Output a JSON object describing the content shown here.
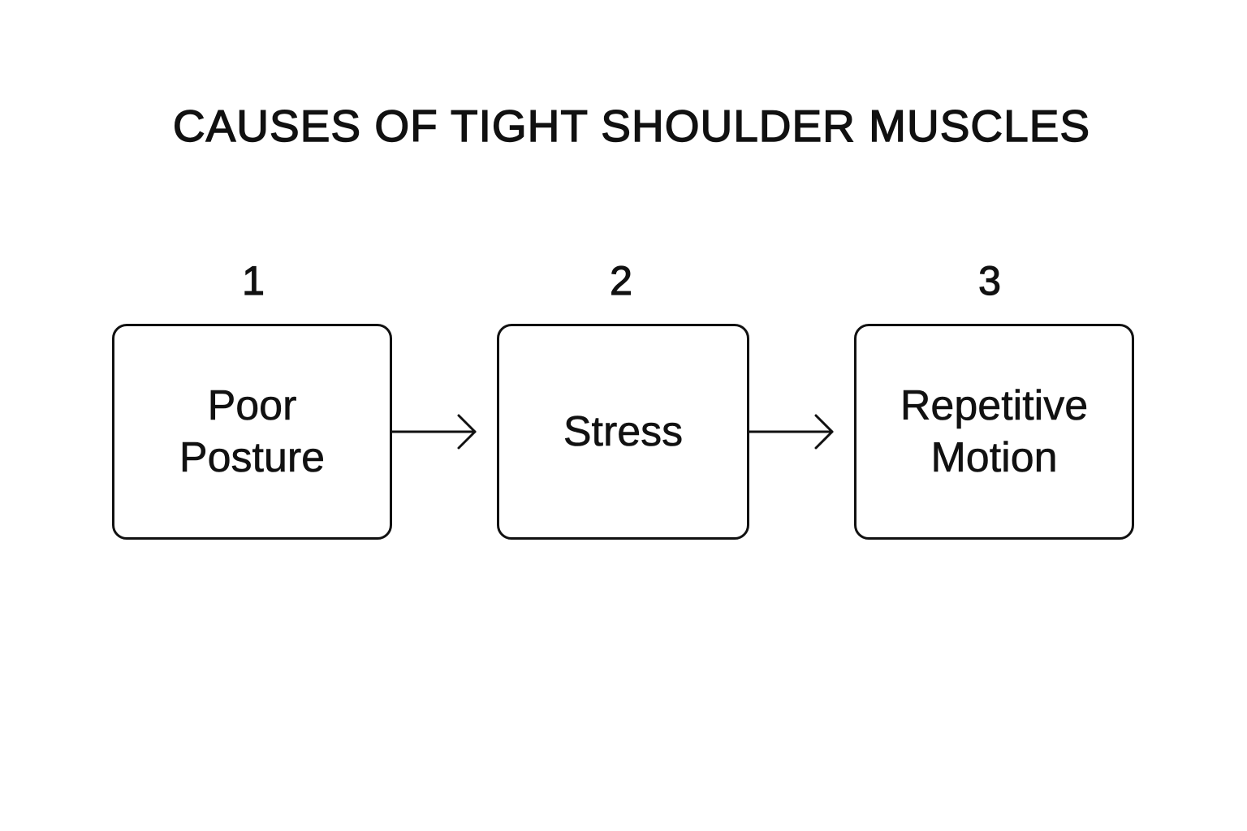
{
  "title": "CAUSES OF TIGHT SHOULDER MUSCLES",
  "steps": [
    {
      "number": "1",
      "label": "Poor\nPosture"
    },
    {
      "number": "2",
      "label": "Stress"
    },
    {
      "number": "3",
      "label": "Repetitive\nMotion"
    }
  ],
  "colors": {
    "stroke": "#111111",
    "background": "#ffffff"
  },
  "icons": {
    "connector": "arrow-right-icon"
  }
}
